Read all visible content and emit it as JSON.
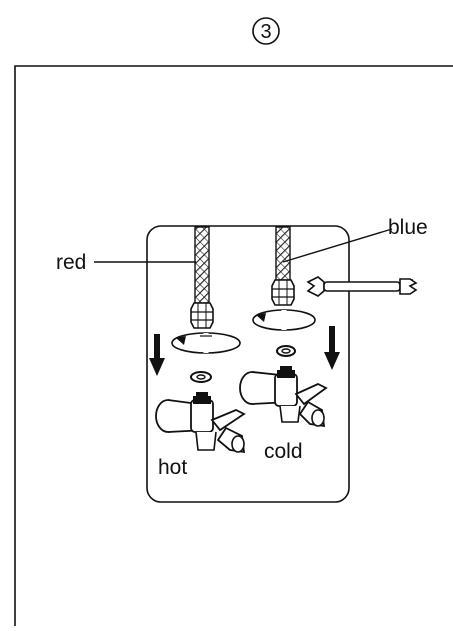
{
  "step": {
    "number": "3"
  },
  "labels": {
    "red": "red",
    "blue": "blue",
    "hot": "hot",
    "cold": "cold"
  },
  "icons": [
    "wrench-icon",
    "down-arrow-icon",
    "hose-nut-icon",
    "washer-icon",
    "angle-valve-icon"
  ],
  "colors": {
    "line": "#111111",
    "background": "#ffffff"
  }
}
